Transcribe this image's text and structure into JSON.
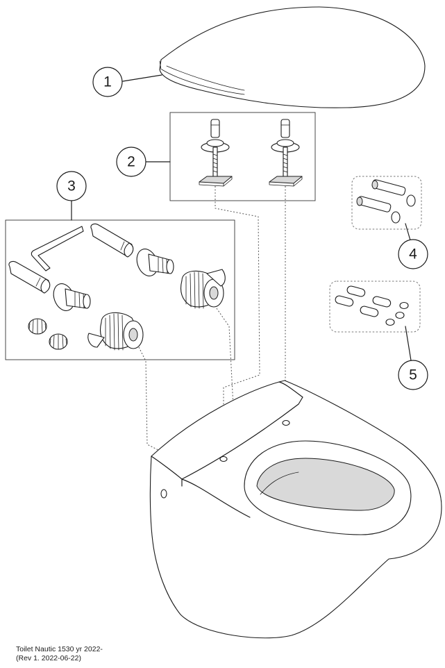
{
  "callouts": [
    {
      "id": "1",
      "label": "1"
    },
    {
      "id": "2",
      "label": "2"
    },
    {
      "id": "3",
      "label": "3"
    },
    {
      "id": "4",
      "label": "4"
    },
    {
      "id": "5",
      "label": "5"
    }
  ],
  "caption": {
    "line1": "Toilet Nautic 1530 yr 2022-",
    "line2": "(Rev 1.  2022-06-22)"
  }
}
